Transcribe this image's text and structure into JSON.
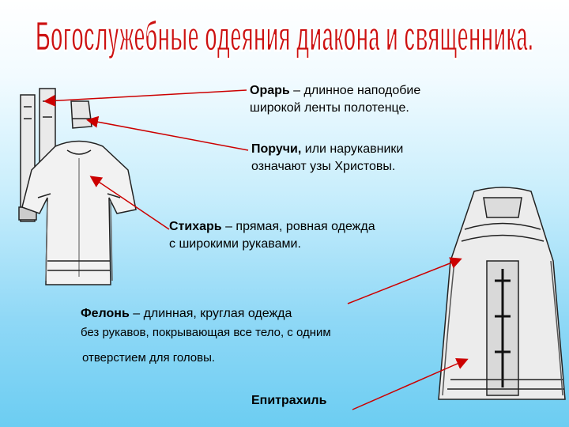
{
  "title": "Богослужебные одеяния диакона и священника.",
  "captions": {
    "orar": {
      "term": "Орарь",
      "text": " – длинное наподобие",
      "line2": "широкой ленты полотенце."
    },
    "poruchi": {
      "term": "Поручи,",
      "text": " или нарукавники",
      "line2": "означают узы Христовы."
    },
    "stikhar": {
      "term": "Стихарь",
      "text": " – прямая, ровная одежда",
      "line2": "с широкими рукавами."
    },
    "felon": {
      "term": "Фелонь",
      "text": " –  длинная, круглая одежда",
      "line2": "без рукавов, покрывающая все тело, с одним",
      "line3": "отверстием для головы."
    },
    "epitrakhil": {
      "term": "Епитрахиль"
    }
  },
  "colors": {
    "title_fill": "#cc1111",
    "title_stroke": "#ffffff",
    "arrow": "#cc0000",
    "bg_bottom": "#6ccdf2"
  },
  "icons": [
    "deacon-vestments-illustration",
    "priest-vestments-illustration"
  ]
}
